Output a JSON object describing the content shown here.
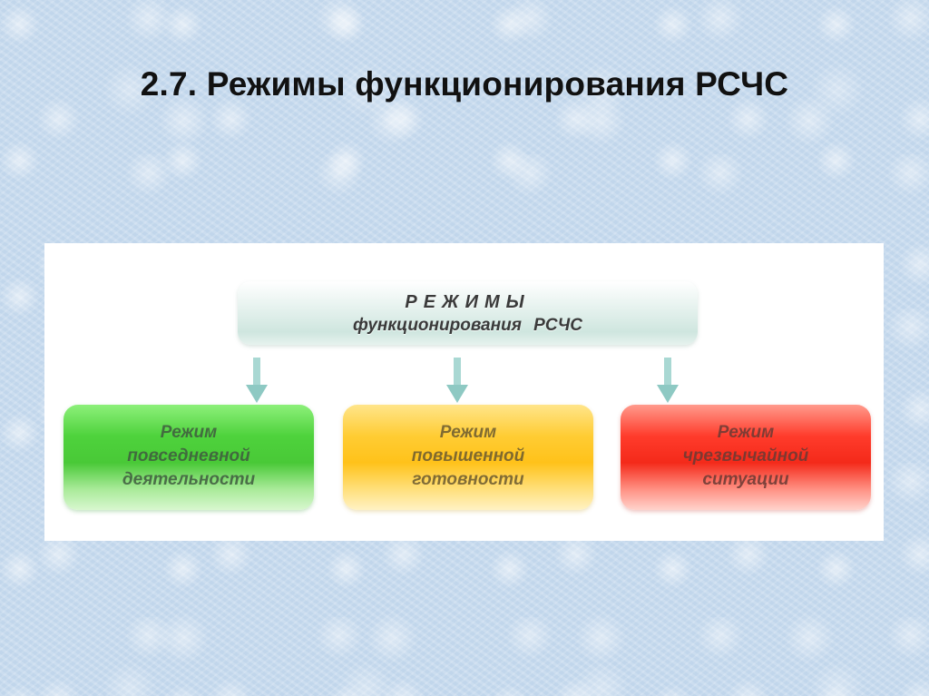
{
  "title": "2.7. Режимы функционирования РСЧС",
  "diagram": {
    "header": {
      "line1": "РЕЖИМЫ",
      "line2": "функционирования РСЧС"
    },
    "modes": [
      {
        "line1": "Режим",
        "line2": "повседневной",
        "line3": "деятельности",
        "color": "#4ed23c"
      },
      {
        "line1": "Режим",
        "line2": "повышенной",
        "line3": "готовности",
        "color": "#ffc21a"
      },
      {
        "line1": "Режим",
        "line2": "чрезвычайной",
        "line3": "ситуации",
        "color": "#f42a1a"
      }
    ],
    "arrow_color": "#8ec9c3",
    "header_color": "#cfe6df"
  }
}
